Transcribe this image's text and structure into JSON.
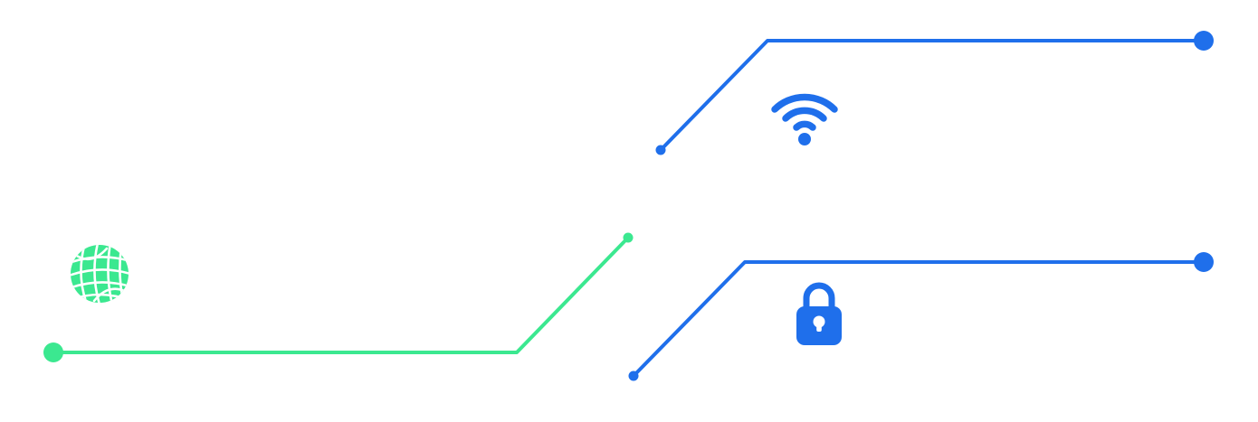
{
  "colors": {
    "blue": "#1F6FEB",
    "green": "#3BE890",
    "background": "#FFFFFF"
  },
  "icons": {
    "globe": "globe-icon",
    "wifi": "wifi-icon",
    "lock": "lock-icon"
  },
  "connectors": [
    {
      "name": "wifi-connector-line",
      "color": "blue"
    },
    {
      "name": "lock-connector-line",
      "color": "blue"
    },
    {
      "name": "globe-connector-line",
      "color": "green"
    }
  ]
}
